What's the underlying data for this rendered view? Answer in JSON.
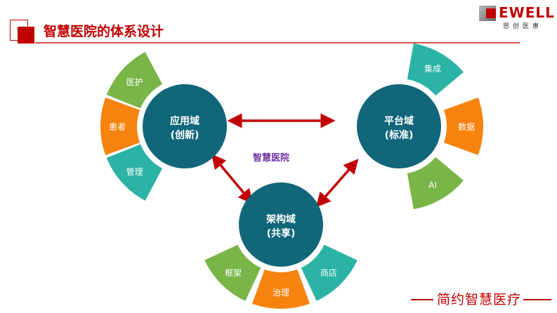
{
  "header": {
    "title": "智慧医院的体系设计"
  },
  "logo": {
    "brand": "EWELL",
    "subtitle": "思创医惠"
  },
  "footer": {
    "slogan": "简约智慧医疗"
  },
  "center_label": "智慧医院",
  "colors": {
    "hub": "#12667a",
    "green": "#7ab547",
    "orange": "#f7830f",
    "teal": "#2bb3a5",
    "arrow": "#c00000"
  },
  "domains": [
    {
      "title": "应用域",
      "subtitle": "(创新)",
      "segments": [
        {
          "label": "医护",
          "color": "green"
        },
        {
          "label": "患者",
          "color": "orange"
        },
        {
          "label": "管理",
          "color": "teal"
        }
      ]
    },
    {
      "title": "平台域",
      "subtitle": "(标准)",
      "segments": [
        {
          "label": "集成",
          "color": "teal"
        },
        {
          "label": "数据",
          "color": "orange"
        },
        {
          "label": "AI",
          "color": "green"
        }
      ]
    },
    {
      "title": "架构域",
      "subtitle": "(共享)",
      "segments": [
        {
          "label": "框架",
          "color": "green"
        },
        {
          "label": "治理",
          "color": "orange"
        },
        {
          "label": "商店",
          "color": "teal"
        }
      ]
    }
  ]
}
